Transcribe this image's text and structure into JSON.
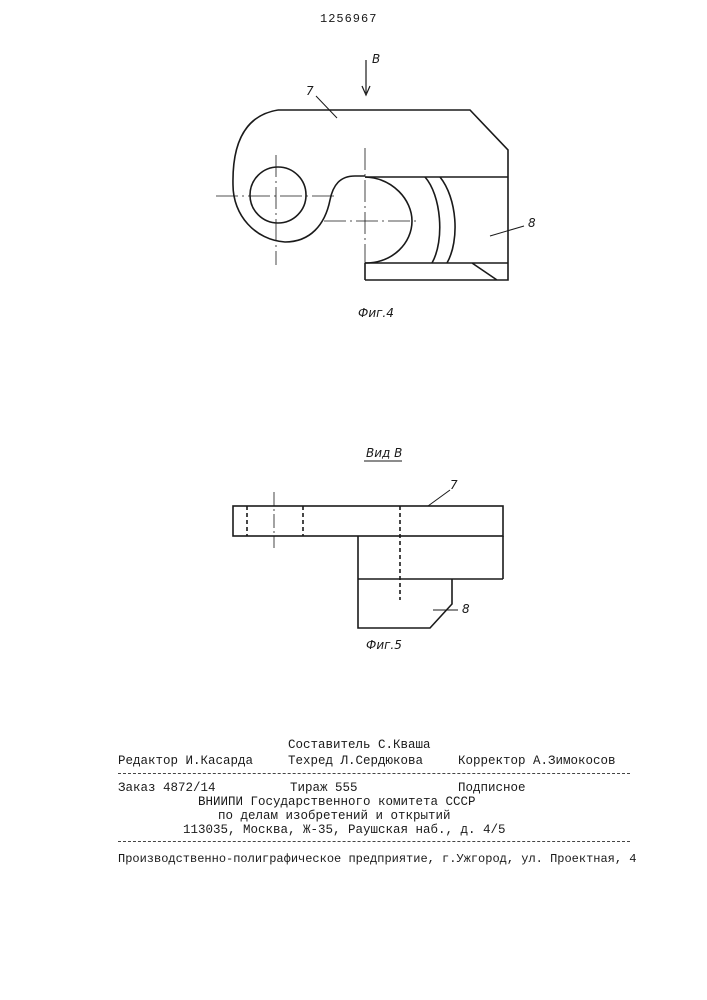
{
  "patent_number": "1256967",
  "figure4": {
    "view_arrow_label": "В",
    "part_label_7": "7",
    "part_label_8": "8",
    "caption": "Фиг.4"
  },
  "figure5": {
    "view_title": "Вид В",
    "part_label_7": "7",
    "part_label_8": "8",
    "caption": "Фиг.5"
  },
  "colophon": {
    "composer": "Составитель С.Кваша",
    "editor": "Редактор И.Касарда",
    "techred": "Техред Л.Сердюкова",
    "corrector": "Корректор А.Зимокосов",
    "order": "Заказ 4872/14",
    "circulation": "Тираж 555",
    "subscription": "Подписное",
    "org_line1": "ВНИИПИ Государственного комитета СССР",
    "org_line2": "по делам изобретений и открытий",
    "org_line3": "113035, Москва, Ж-35, Раушская наб., д. 4/5",
    "printer": "Производственно-полиграфическое предприятие, г.Ужгород, ул. Проектная, 4"
  }
}
